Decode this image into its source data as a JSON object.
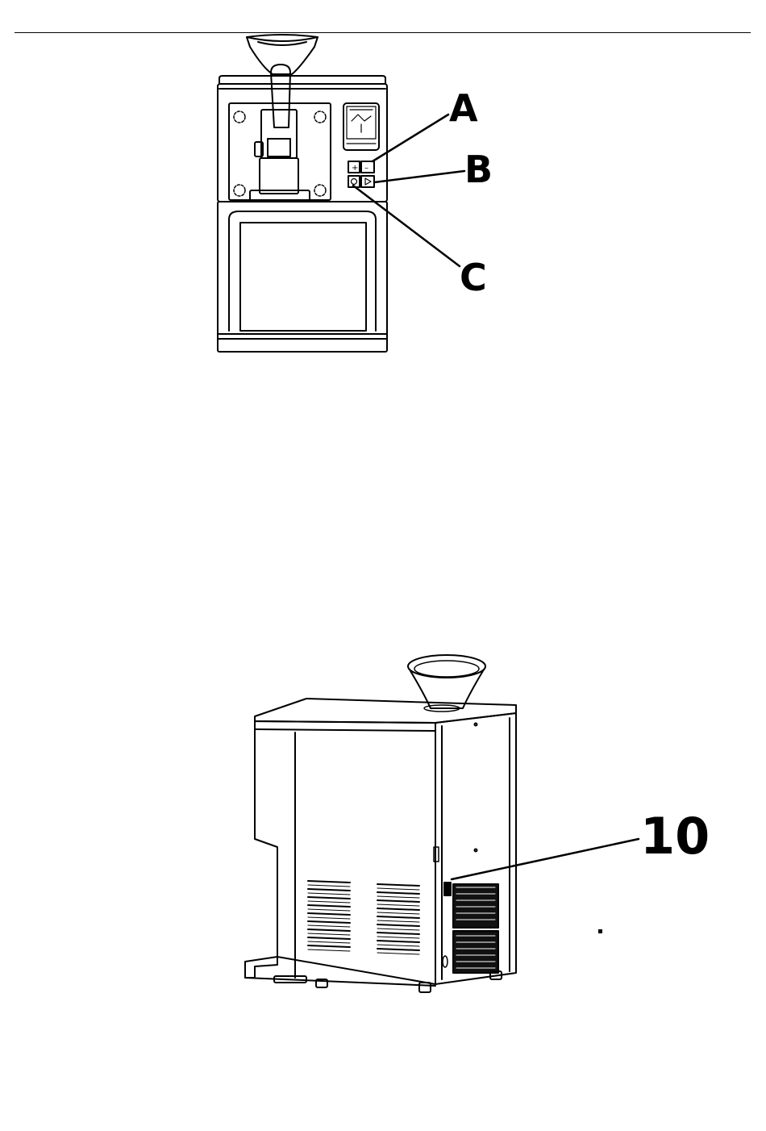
{
  "callouts": {
    "a": "A",
    "b": "B",
    "c": "C",
    "ten": "10"
  },
  "control_panel": {
    "plus_symbol": "+",
    "minus_symbol": "–"
  },
  "colors": {
    "line": "#000000",
    "background": "#ffffff"
  }
}
